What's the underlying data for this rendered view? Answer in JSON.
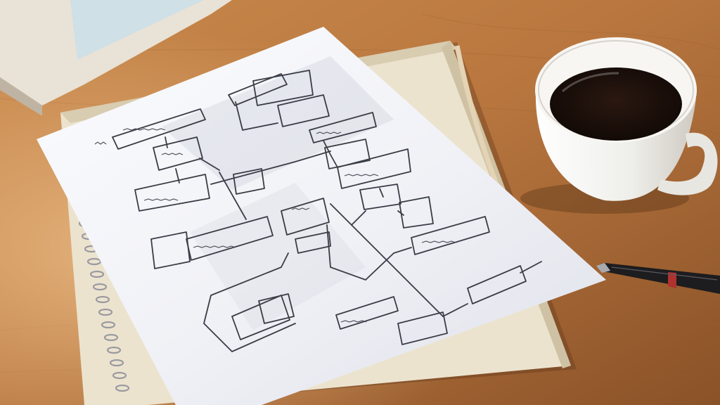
{
  "scene": {
    "subject": "desk-with-flowchart-sketch",
    "objects": [
      "wooden-desk",
      "window-frame",
      "spiral-notebook",
      "paper-sheet",
      "hand-drawn-flowchart",
      "coffee-cup",
      "fountain-pen"
    ]
  },
  "colors": {
    "desk": "#b9773f",
    "desk_dark": "#8a5228",
    "paper": "#f3f4f8",
    "notebook": "#ece3cf",
    "ink": "#3a3c46",
    "coffee": "#1b0f09",
    "cup": "#f4f3f0",
    "pen": "#1d1c1f",
    "pen_band": "#b0322e"
  }
}
